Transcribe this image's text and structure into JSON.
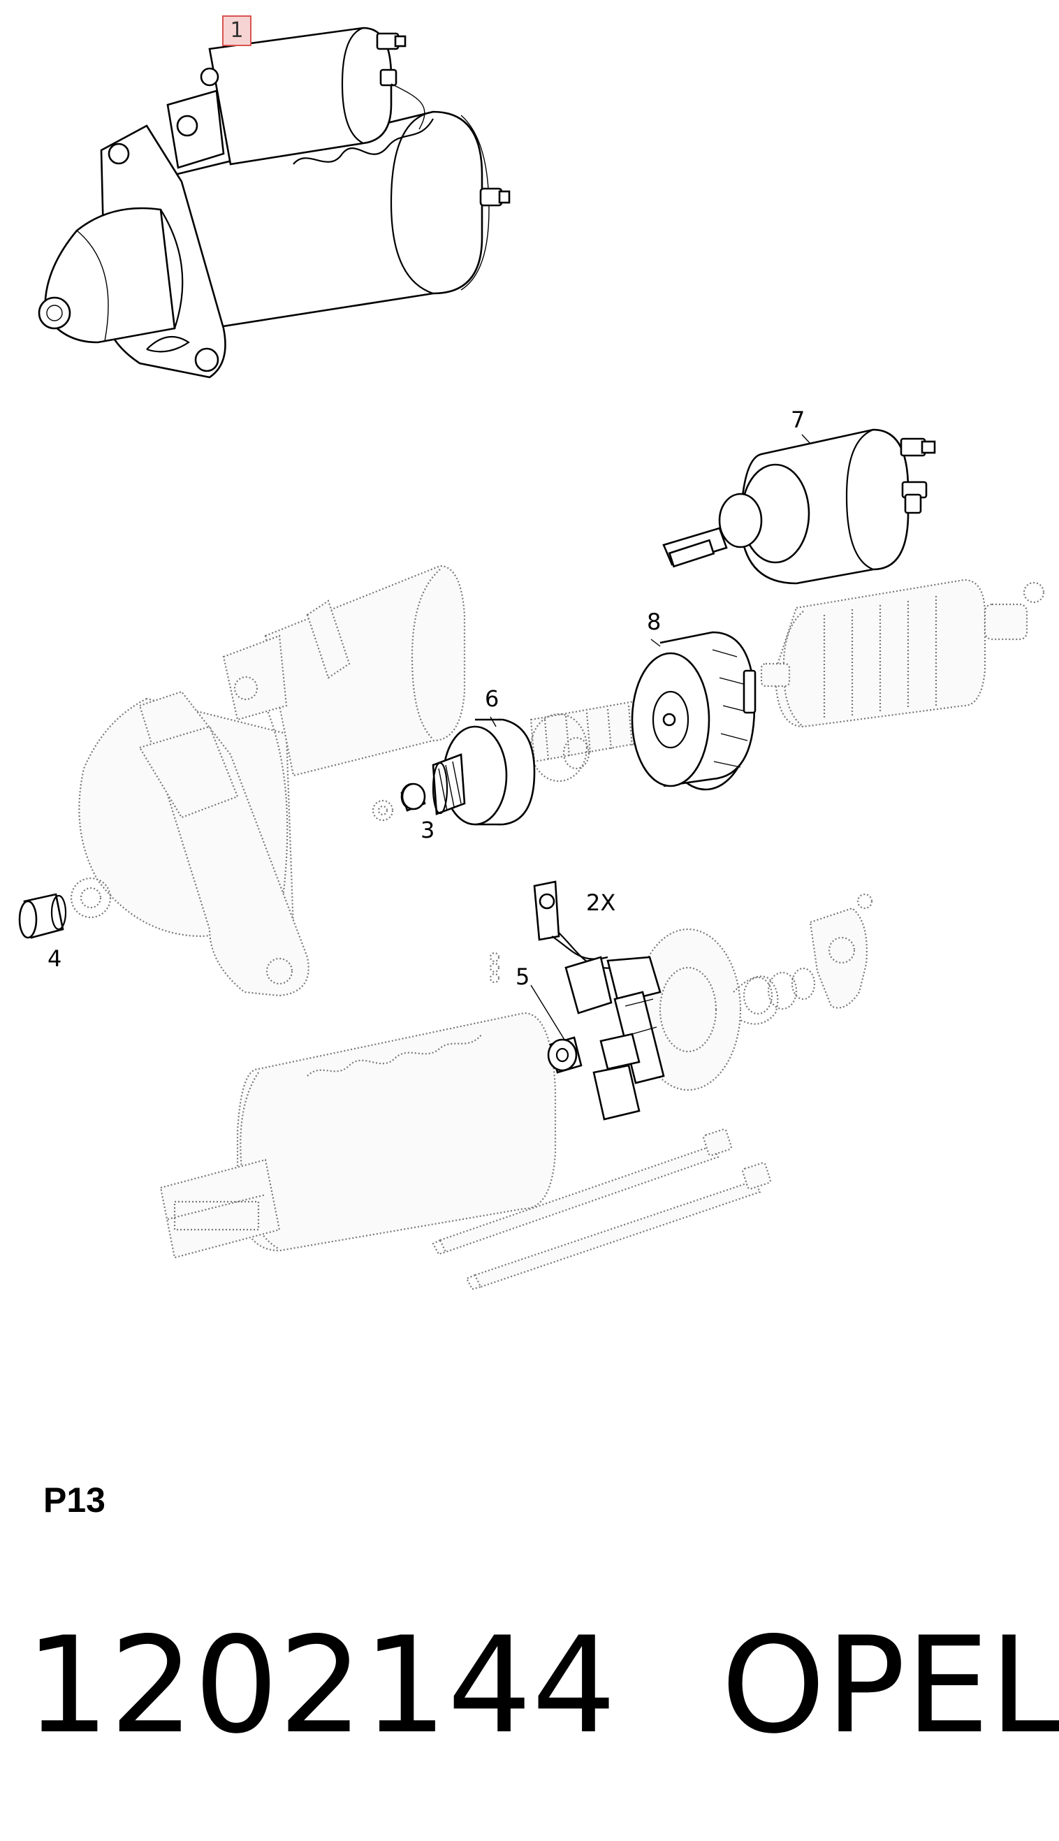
{
  "callouts": {
    "c1": "1",
    "c2": "2X",
    "c3": "3",
    "c4": "4",
    "c5": "5",
    "c6": "6",
    "c7": "7",
    "c8": "8"
  },
  "section_code": "P13",
  "footer": {
    "part_number": "1202144",
    "brand": "OPEL"
  }
}
